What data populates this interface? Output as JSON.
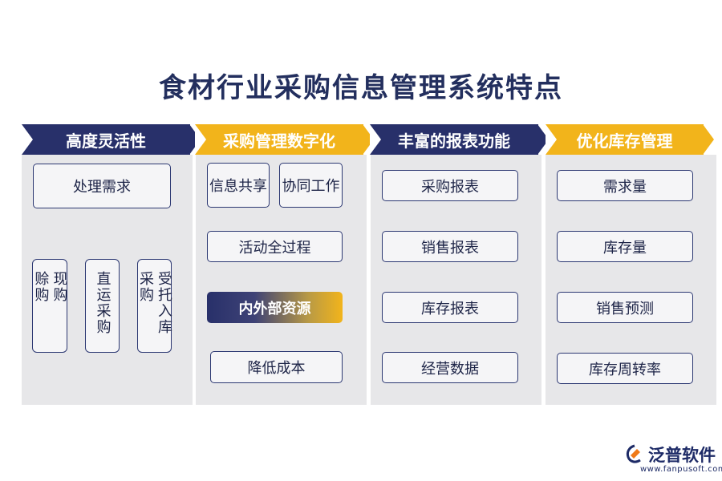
{
  "title": "食材行业采购信息管理系统特点",
  "columns": [
    {
      "heading": "高度灵活性",
      "items": [
        "处理需求"
      ],
      "vertical_items": [
        [
          "现购",
          "赊购"
        ],
        [
          "直运采购"
        ],
        [
          "受托入库",
          "采购"
        ]
      ]
    },
    {
      "heading": "采购管理数字化",
      "items": [
        "信息共享",
        "协同工作",
        "活动全过程",
        "内外部资源",
        "降低成本"
      ]
    },
    {
      "heading": "丰富的报表功能",
      "items": [
        "采购报表",
        "销售报表",
        "库存报表",
        "经营数据"
      ]
    },
    {
      "heading": "优化库存管理",
      "items": [
        "需求量",
        "库存量",
        "销售预测",
        "库存周转率"
      ]
    }
  ],
  "logo": {
    "name": "泛普软件",
    "url": "www.fanpusoft.com"
  },
  "colors": {
    "navy": "#28306a",
    "gold": "#f2b41b",
    "panel": "#e7e7e9"
  }
}
